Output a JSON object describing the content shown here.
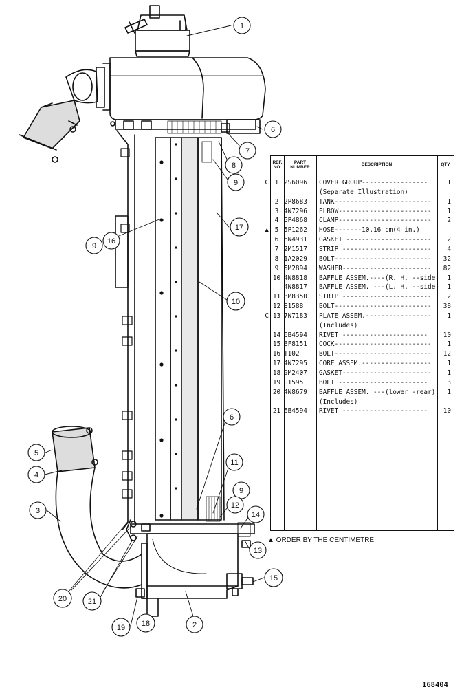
{
  "table": {
    "headers": {
      "ref": "REF. NO.",
      "part": "PART NUMBER",
      "desc": "DESCRIPTION",
      "qty": "QTY"
    },
    "rows": [
      {
        "mark": "C",
        "ref": "1",
        "part": "2S6096",
        "desc": "COVER GROUP-----------------",
        "qty": "1"
      },
      {
        "mark": "",
        "ref": "",
        "part": "",
        "desc": "   (Separate Illustration)",
        "qty": ""
      },
      {
        "mark": "",
        "ref": "2",
        "part": "2P8683",
        "desc": "TANK-------------------------",
        "qty": "1"
      },
      {
        "mark": "",
        "ref": "3",
        "part": "4N7296",
        "desc": "ELBOW------------------------",
        "qty": "1"
      },
      {
        "mark": "",
        "ref": "4",
        "part": "5P4868",
        "desc": "CLAMP------------------------",
        "qty": "2"
      },
      {
        "mark": "▲",
        "ref": "5",
        "part": "5P1262",
        "desc": "HOSE-------10.16 cm(4 in.)",
        "qty": ""
      },
      {
        "mark": "",
        "ref": "6",
        "part": "6N4931",
        "desc": "GASKET ----------------------",
        "qty": "2"
      },
      {
        "mark": "",
        "ref": "7",
        "part": "2M1517",
        "desc": "STRIP -----------------------",
        "qty": "4"
      },
      {
        "mark": "",
        "ref": "8",
        "part": "1A2029",
        "desc": "BOLT-------------------------",
        "qty": "32"
      },
      {
        "mark": "",
        "ref": "9",
        "part": "5M2894",
        "desc": "WASHER-----------------------",
        "qty": "82"
      },
      {
        "mark": "",
        "ref": "10",
        "part": "4N8818",
        "desc": "BAFFLE ASSEM.----(R. H. --side)",
        "qty": "1"
      },
      {
        "mark": "",
        "ref": "",
        "part": "4N8817",
        "desc": "BAFFLE ASSEM. ---(L. H. --side)",
        "qty": "1"
      },
      {
        "mark": "",
        "ref": "11",
        "part": "8M8350",
        "desc": "STRIP -----------------------",
        "qty": "2"
      },
      {
        "mark": "",
        "ref": "12",
        "part": "S1588",
        "desc": "BOLT-------------------------",
        "qty": "38"
      },
      {
        "mark": "C",
        "ref": "13",
        "part": "7N7183",
        "desc": "PLATE ASSEM.-----------------",
        "qty": "1"
      },
      {
        "mark": "",
        "ref": "",
        "part": "",
        "desc": "     (Includes)",
        "qty": ""
      },
      {
        "mark": "",
        "ref": "14",
        "part": "6B4594",
        "desc": "  RIVET ----------------------",
        "qty": "10"
      },
      {
        "mark": "",
        "ref": "15",
        "part": "8F8151",
        "desc": "COCK-------------------------",
        "qty": "1"
      },
      {
        "mark": "",
        "ref": "16",
        "part": "T102",
        "desc": "BOLT-------------------------",
        "qty": "12"
      },
      {
        "mark": "",
        "ref": "17",
        "part": "4N7295",
        "desc": "CORE ASSEM.------------------",
        "qty": "1"
      },
      {
        "mark": "",
        "ref": "18",
        "part": "9M2407",
        "desc": "GASKET-----------------------",
        "qty": "1"
      },
      {
        "mark": "",
        "ref": "19",
        "part": "S1595",
        "desc": "BOLT -----------------------",
        "qty": "3"
      },
      {
        "mark": "",
        "ref": "20",
        "part": "4N8679",
        "desc": "BAFFLE ASSEM. ---(lower -rear)",
        "qty": "1"
      },
      {
        "mark": "",
        "ref": "",
        "part": "",
        "desc": "     (Includes)",
        "qty": ""
      },
      {
        "mark": "",
        "ref": "21",
        "part": "6B4594",
        "desc": "  RIVET ----------------------",
        "qty": "10"
      }
    ]
  },
  "order_note": "▲ ORDER BY THE CENTIMETRE",
  "figure_number": "168404",
  "callouts": {
    "c1": "1",
    "c2": "2",
    "c3": "3",
    "c4": "4",
    "c5": "5",
    "c6a": "6",
    "c6b": "6",
    "c7": "7",
    "c8": "8",
    "c9a": "9",
    "c9b": "9",
    "c9c": "9",
    "c10": "10",
    "c11": "11",
    "c12": "12",
    "c13": "13",
    "c14": "14",
    "c15": "15",
    "c16": "16",
    "c17": "17",
    "c18": "18",
    "c19": "19",
    "c20": "20",
    "c21": "21"
  }
}
